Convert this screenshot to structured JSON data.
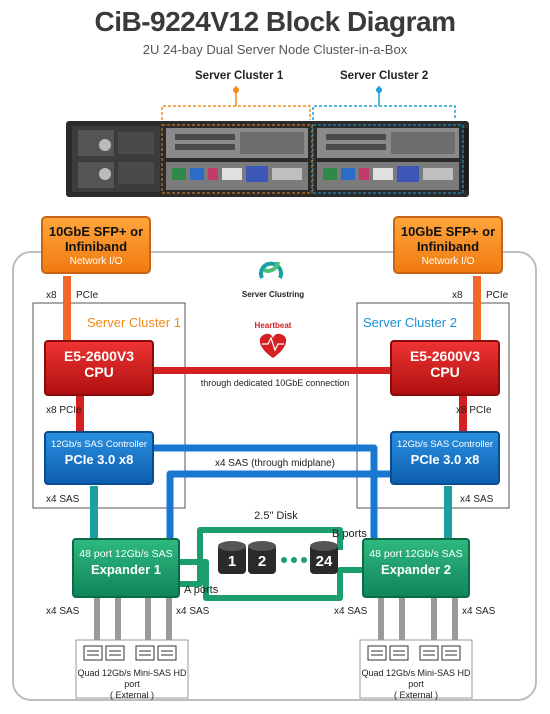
{
  "header": {
    "title": "CiB-9224V12 Block Diagram",
    "subtitle": "2U 24-bay Dual Server Node Cluster-in-a-Box"
  },
  "chassis_labels": {
    "left": "Server Cluster 1",
    "right": "Server Cluster 2"
  },
  "network": {
    "left": {
      "title": "10GbE SFP+ or Infiniband",
      "sub": "Network I/O"
    },
    "right": {
      "title": "10GbE SFP+ or Infiniband",
      "sub": "Network I/O"
    }
  },
  "clustering": {
    "label": "Server Clustring"
  },
  "heartbeat": {
    "label": "Heartbeat",
    "link_label": "through dedicated 10GbE connection"
  },
  "clusters": {
    "left": {
      "title": "Server Cluster 1"
    },
    "right": {
      "title": "Server Cluster 2"
    }
  },
  "cpu": {
    "model": "E5-2600V3",
    "label": "CPU"
  },
  "sas_controller": {
    "title": "12Gb/s SAS Controller",
    "sub": "PCIe 3.0 x8"
  },
  "expanders": {
    "left": {
      "title": "48 port 12Gb/s SAS",
      "sub": "Expander 1"
    },
    "right": {
      "title": "48 port 12Gb/s SAS",
      "sub": "Expander 2"
    }
  },
  "link_labels": {
    "x8": "x8",
    "pcie": "PCIe",
    "x8_pcie": "x8 PCIe",
    "x4_sas": "x4 SAS",
    "midplane": "x4 SAS (through midplane)",
    "a_ports": "A ports",
    "b_ports": "B ports"
  },
  "disks": {
    "label": "2.5\" Disk",
    "items": [
      "1",
      "2",
      "24"
    ]
  },
  "external": {
    "left": {
      "line1": "Quad 12Gb/s Mini-SAS HD port",
      "line2": "( External )"
    },
    "right": {
      "line1": "Quad 12Gb/s Mini-SAS HD port",
      "line2": "( External )"
    }
  },
  "colors": {
    "orange": "#f08a1c",
    "red": "#d42020",
    "blue": "#1a78d0",
    "green": "#1c9e6c",
    "teal": "#1aa0a0"
  }
}
